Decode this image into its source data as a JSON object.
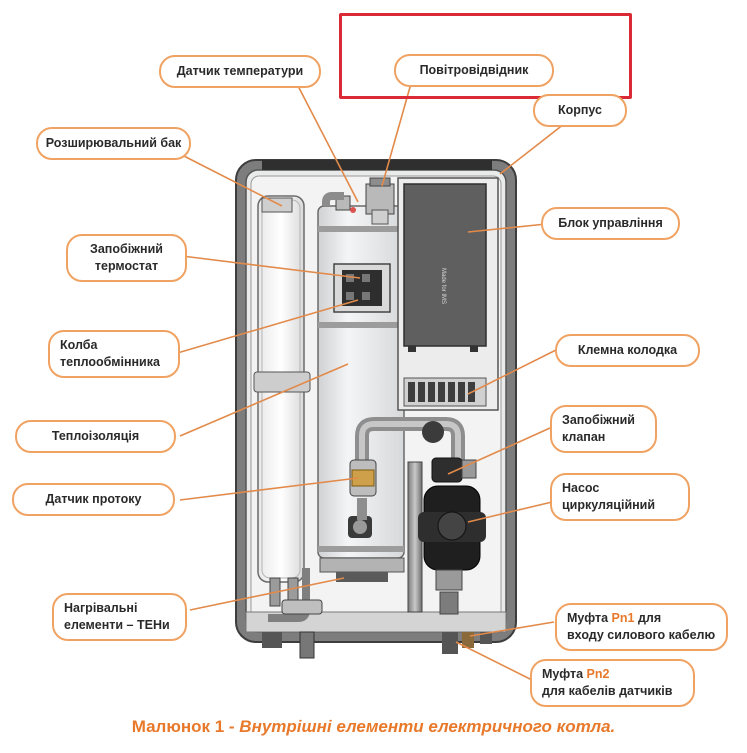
{
  "figure": {
    "caption_number": "Малюнок 1 - ",
    "caption_text": "Внутрішні елементи електричного котла."
  },
  "labels": {
    "temperature_sensor": "Датчик температури",
    "air_vent": "Повітровідвідник",
    "housing": "Корпус",
    "expansion_tank": "Розширювальний бак",
    "control_unit": "Блок управління",
    "safety_thermostat": [
      "Запобіжний",
      "термостат"
    ],
    "heat_exchanger_flask": [
      "Колба",
      "теплообмінника"
    ],
    "terminal_block": "Клемна колодка",
    "thermal_insulation": "Теплоізоляція",
    "safety_valve": [
      "Запобіжний",
      "клапан"
    ],
    "flow_sensor": "Датчик протоку",
    "circulation_pump": [
      "Насос",
      "циркуляційний"
    ],
    "heating_elements": [
      "Нагрівальні",
      "елементи – ТЕНи"
    ],
    "coupling_pn1": {
      "prefix": "Муфта ",
      "code": "Pn1",
      "suffix": " для",
      "line2": "входу силового кабелю"
    },
    "coupling_pn2": {
      "prefix": "Муфта ",
      "code": "Pn2",
      "line2": "для кабелів датчиків"
    }
  },
  "control_unit_panel_text": "Made for IMS",
  "colors": {
    "accent_orange": "#e8792b",
    "label_border": "#f0a262",
    "highlight_red": "#d92a36",
    "leader_line": "#e28a4a"
  }
}
